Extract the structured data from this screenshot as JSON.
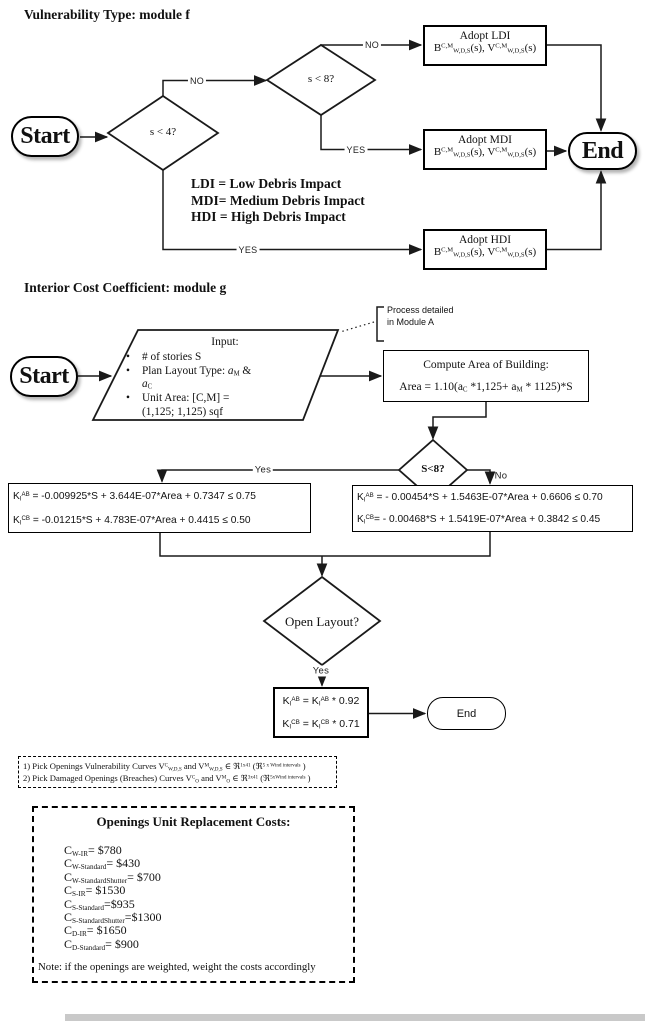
{
  "colors": {
    "ink": "#111111",
    "background": "#ffffff"
  },
  "module_f": {
    "title": "Vulnerability Type: module f",
    "start_label": "Start",
    "end_label": "End",
    "decision_s4": "s < 4?",
    "decision_s8": "s < 8?",
    "label_no_s4": "NO",
    "label_no_s8": "NO",
    "label_yes_mdi": "YES",
    "label_yes_hdi": "YES",
    "adopt_boxes": [
      {
        "title": "Adopt LDI",
        "formula": "B^{C,M}_{W,D,S}(s), V^{C,M}_{W,D,S}(s)"
      },
      {
        "title": "Adopt MDI",
        "formula": "B^{C,M}_{W,D,S}(s), V^{C,M}_{W,D,S}(s)"
      },
      {
        "title": "Adopt HDI",
        "formula": "B^{C,M}_{W,D,S}(s), V^{C,M}_{W,D,S}(s)"
      }
    ],
    "legend": [
      "LDI = Low Debris Impact",
      "MDI= Medium Debris Impact",
      "HDI = High Debris Impact"
    ]
  },
  "module_g": {
    "title": "Interior Cost Coefficient: module g",
    "start_label": "Start",
    "end_label": "End",
    "annotation_line1": "Process detailed",
    "annotation_line2": "in Module A",
    "input_block": {
      "title": "Input:",
      "rows": [
        {
          "bullet": "•",
          "text": "# of stories S"
        },
        {
          "bullet": "•",
          "text": "Plan Layout Type: *{a}_{M} &"
        },
        {
          "bullet": "",
          "text": "*{a}_{C}"
        },
        {
          "bullet": "•",
          "text": "Unit Area: [C,M] ="
        },
        {
          "bullet": "",
          "text": "(1,125; 1,125) sqf"
        }
      ]
    },
    "compute_box": {
      "title": "Compute Area of Building:",
      "formula": "Area = 1.10(a_{C} *1,125+ a_{M} * 1125)*S"
    },
    "decision_s8": "S<8?",
    "label_yes": "Yes",
    "label_no": "No",
    "kbox_yes": {
      "line1": "K_{I}^{AB} = -0.009925*S + 3.644E-07*Area + 0.7347 ≤ 0.75",
      "line2": "K_{I}^{CB} = -0.01215*S + 4.783E-07*Area + 0.4415 ≤ 0.50"
    },
    "kbox_no": {
      "line1": "K_{I}^{AB} = - 0.00454*S + 1.5463E-07*Area  + 0.6606 ≤ 0.70",
      "line2": "K_{I}^{CB}= - 0.00468*S + 1.5419E-07*Area + 0.3842 ≤ 0.45"
    },
    "decision_open": "Open Layout?",
    "label_yes_open": "Yes",
    "kbox_adjust": {
      "line1": "K_{I}^{AB} = K_{I}^{AB} * 0.92",
      "line2": "K_{I}^{CB} = K_{I}^{CB} * 0.71"
    },
    "notes": [
      "1) Pick Openings Vulnerability Curves V^{C}_{W,D,S} and V^{M}_{W,D,S} ∈ ℜ^{1x41} (ℜ^{5 x Wind intervals} )",
      "2) Pick Damaged Openings (Breaches) Curves V^{C}_{O} and V^{M}_{O} ∈ ℜ^{3x41} (ℜ^{5xWind intervals} )"
    ],
    "costs_box": {
      "title": "Openings Unit Replacement Costs:",
      "items": [
        "C_{W-IR}= $780",
        "C_{W-Standard}= $430",
        "C_{W-StandardShutter}= $700",
        "C_{S-IR}= $1530",
        "C_{S-Standard}=$935",
        "C_{S-StandardShutter}=$1300",
        "C_{D-IR}= $1650",
        "C_{D-Standard}= $900"
      ],
      "note": "Note: if the openings are weighted, weight the costs accordingly"
    }
  }
}
